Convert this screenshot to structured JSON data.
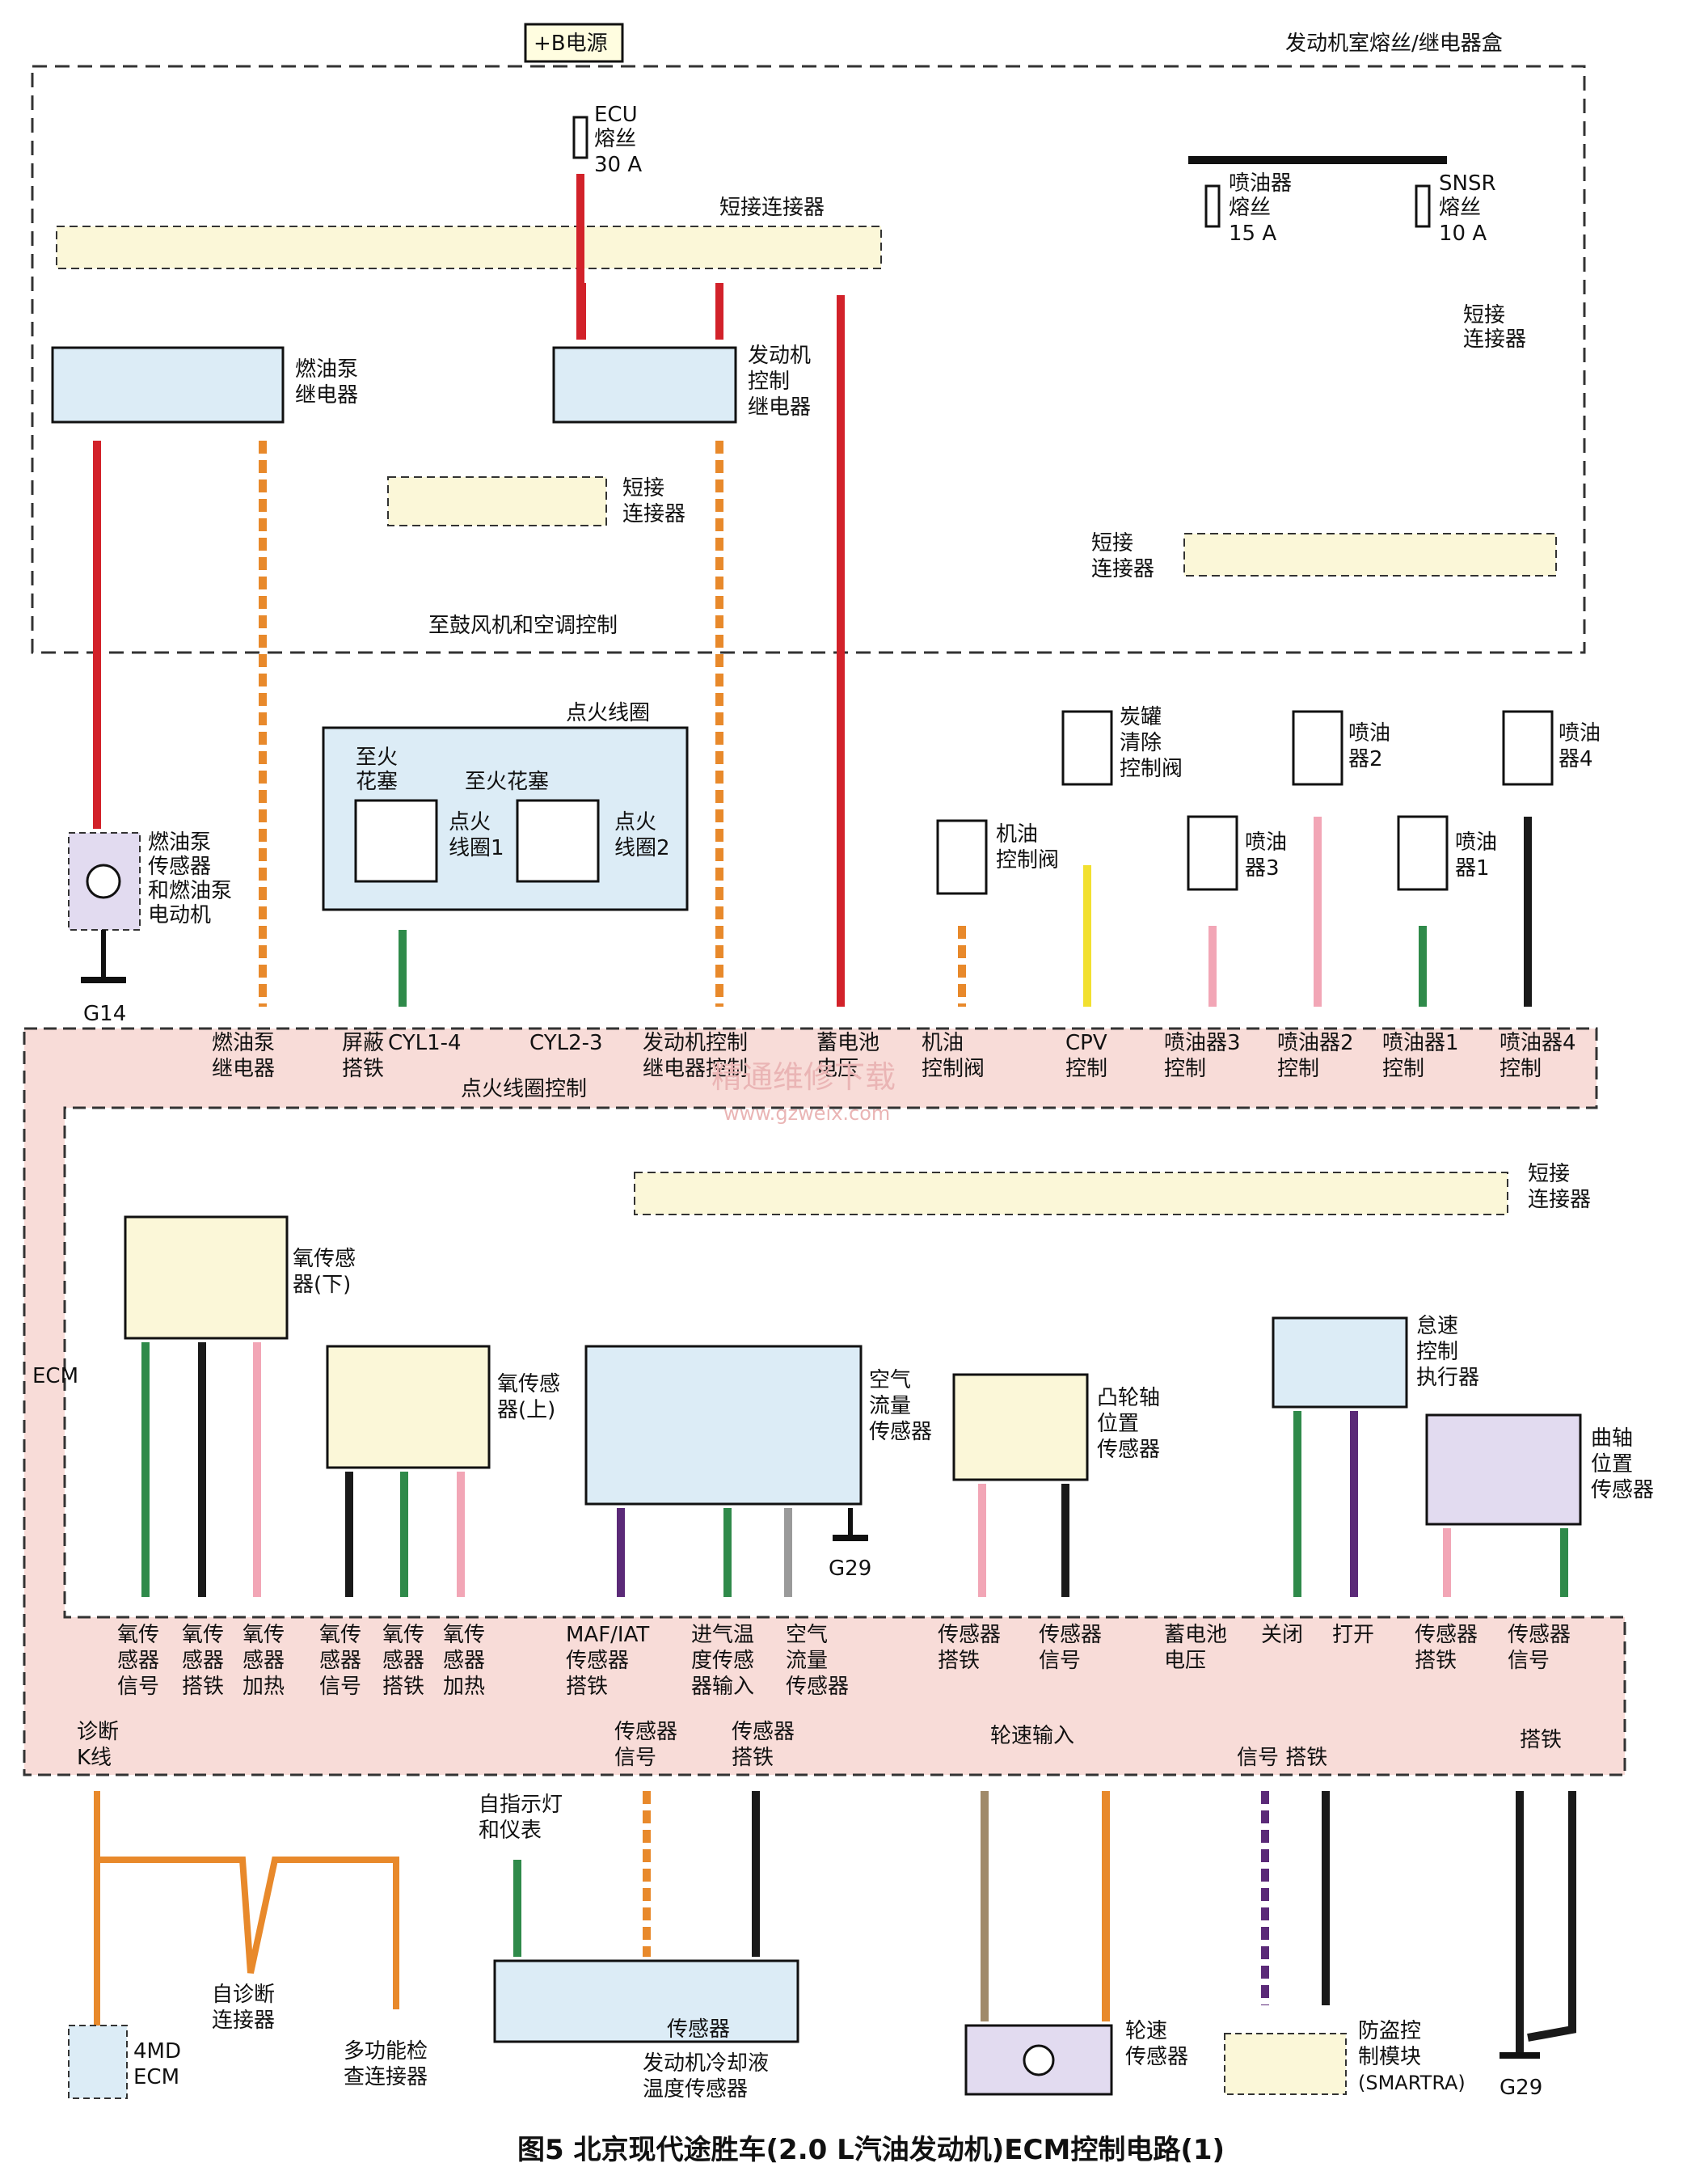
{
  "title": "发动机室熔丝/继电器盒",
  "power_source": "+B电源",
  "fuses": {
    "ecu": [
      "ECU",
      "熔丝",
      "30 A"
    ],
    "injector": [
      "喷油器",
      "熔丝",
      "15 A"
    ],
    "snsr": [
      "SNSR",
      "熔丝",
      "10 A"
    ]
  },
  "short_connector": "短接连接器",
  "short_connector_split": [
    "短接",
    "连接器"
  ],
  "relays": {
    "fuel_pump": [
      "燃油泵",
      "继电器"
    ],
    "engine_ctrl": [
      "发动机",
      "控制",
      "继电器"
    ]
  },
  "to_blower": "至鼓风机和空调控制",
  "ignition": {
    "title": "点火线圈",
    "to_plug_1": [
      "至火",
      "花塞"
    ],
    "to_plug_2": "至火花塞",
    "coil1": [
      "点火",
      "线圈1"
    ],
    "coil2": [
      "点火",
      "线圈2"
    ]
  },
  "fuel_pump_motor": [
    "燃油泵",
    "传感器",
    "和燃油泵",
    "电动机"
  ],
  "actuators": {
    "oil_valve": [
      "机油",
      "控制阀"
    ],
    "canister": [
      "炭罐",
      "清除",
      "控制阀"
    ],
    "inj1": [
      "喷油",
      "器1"
    ],
    "inj2": [
      "喷油",
      "器2"
    ],
    "inj3": [
      "喷油",
      "器3"
    ],
    "inj4": [
      "喷油",
      "器4"
    ]
  },
  "ecm_label": "ECM",
  "ecm_top_labels": [
    [
      "燃油泵",
      "继电器"
    ],
    [
      "屏蔽",
      "搭铁"
    ],
    [
      "CYL1-4"
    ],
    [
      "CYL2-3"
    ],
    [
      "发动机控制",
      "继电器控制"
    ],
    [
      "蓄电池",
      "电压"
    ],
    [
      "机油",
      "控制阀"
    ],
    [
      "CPV",
      "控制"
    ],
    [
      "喷油器3",
      "控制"
    ],
    [
      "喷油器2",
      "控制"
    ],
    [
      "喷油器1",
      "控制"
    ],
    [
      "喷油器4",
      "控制"
    ]
  ],
  "ignition_ctrl": "点火线圈控制",
  "sensors": {
    "o2_lower": [
      "氧传感",
      "器(下)"
    ],
    "o2_upper": [
      "氧传感",
      "器(上)"
    ],
    "maf": [
      "空气",
      "流量",
      "传感器"
    ],
    "cam": [
      "凸轮轴",
      "位置",
      "传感器"
    ],
    "idle": [
      "怠速",
      "控制",
      "执行器"
    ],
    "crank": [
      "曲轴",
      "位置",
      "传感器"
    ]
  },
  "ecm_bottom_labels": [
    [
      "氧传",
      "感器",
      "信号"
    ],
    [
      "氧传",
      "感器",
      "搭铁"
    ],
    [
      "氧传",
      "感器",
      "加热"
    ],
    [
      "氧传",
      "感器",
      "信号"
    ],
    [
      "氧传",
      "感器",
      "搭铁"
    ],
    [
      "氧传",
      "感器",
      "加热"
    ],
    [
      "MAF/IAT",
      "传感器",
      "搭铁"
    ],
    [
      "进气温",
      "度传感",
      "器输入"
    ],
    [
      "空气",
      "流量",
      "传感器"
    ],
    [
      "传感器",
      "搭铁"
    ],
    [
      "传感器",
      "信号"
    ],
    [
      "蓄电池",
      "电压"
    ],
    [
      "关闭"
    ],
    [
      "打开"
    ],
    [
      "传感器",
      "搭铁"
    ],
    [
      "传感器",
      "信号"
    ]
  ],
  "lower_labels": {
    "diag": [
      "诊断",
      "K线"
    ],
    "sensor_signal": [
      "传感器",
      "信号"
    ],
    "sensor_ground": [
      "传感器",
      "搭铁"
    ],
    "wheel_input": "轮速输入",
    "sig_gnd": "信号 搭铁",
    "ground": "搭铁",
    "from_lamp": [
      "自指示灯",
      "和仪表"
    ],
    "self_diag": [
      "自诊断",
      "连接器"
    ],
    "multi_check": [
      "多功能检",
      "查连接器"
    ],
    "ecm4md": [
      "4MD",
      "ECM"
    ],
    "coolant_sensor": "传感器",
    "coolant_title": [
      "发动机冷却液",
      "温度传感器"
    ],
    "wheel_sensor": [
      "轮速",
      "传感器"
    ],
    "immo": [
      "防盗控",
      "制模块",
      "(SMARTRA)"
    ]
  },
  "watermark": [
    "精通维修下载",
    "www.gzweix.com"
  ],
  "caption": "图5  北京现代途胜车(2.0 L汽油发动机)ECM控制电路(1)",
  "grounds": [
    "G14",
    "G29",
    "G29"
  ],
  "colors": {
    "red": "#d2222a",
    "orange": "#e8892b",
    "green": "#2f8a4a",
    "pink": "#f2a6b6",
    "yellow": "#f2e030",
    "black": "#1a1a1a",
    "purple": "#5b2a78",
    "gray": "#9a9a9a",
    "tan": "#a08a6a",
    "ecm_bg": "#f8dcd8",
    "comp_bg": "#dcecf6"
  }
}
